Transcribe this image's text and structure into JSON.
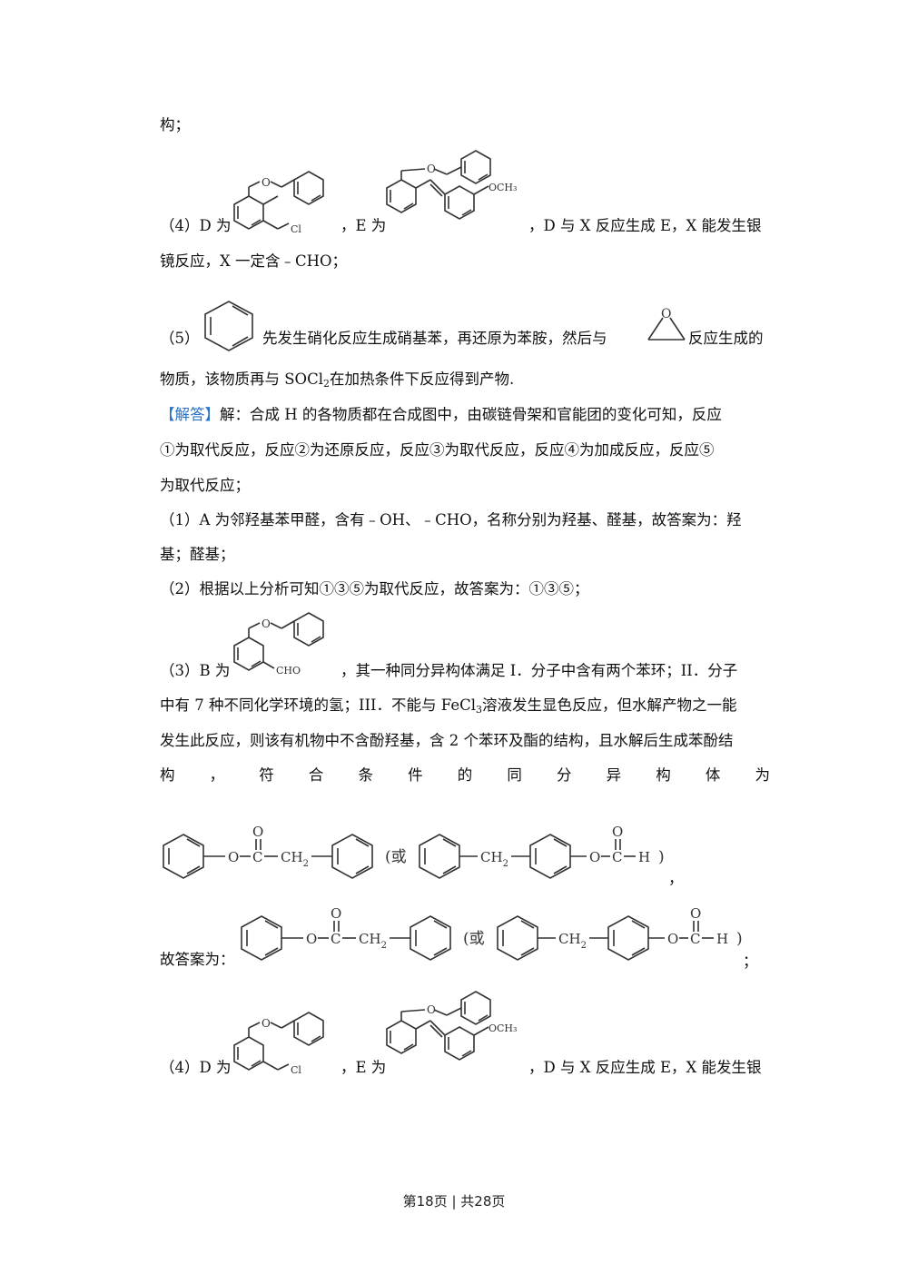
{
  "l_top": "构；",
  "p4": {
    "prefix": "（4）D 为",
    "mid": "，E 为",
    "suffix": "，D 与 X 反应生成 E，X 能发生银",
    "cont": "镜反应，X 一定含﹣CHO；",
    "lbl_cl": "Cl",
    "lbl_och3": "OCH₃"
  },
  "p5": {
    "prefix": "（5）",
    "mid": "先发生硝化反应生成硝基苯，再还原为苯胺，然后与",
    "suffix": "反应生成的",
    "cont_a": "物质，该物质再与 SOCl",
    "cont_sub": "2",
    "cont_b": "在加热条件下反应得到产物.",
    "lbl_o": "O"
  },
  "answer": {
    "tag": "【解答】",
    "l1": "解：合成 H 的各物质都在合成图中，由碳链骨架和官能团的变化可知，反应",
    "l2": "①为取代反应，反应②为还原反应，反应③为取代反应，反应④为加成反应，反应⑤",
    "l3": "为取代反应；"
  },
  "q1": {
    "l1": "（1）A 为邻羟基苯甲醛，含有﹣OH、﹣CHO，名称分别为羟基、醛基，故答案为：羟",
    "l2": "基；醛基；"
  },
  "q2": {
    "l1": "（2）根据以上分析可知①③⑤为取代反应，故答案为：①③⑤；"
  },
  "q3": {
    "prefix": "（3）B 为",
    "suffix": "，其一种同分异构体满足 I．分子中含有两个苯环；II．分子",
    "l2a": "中有 7  种不同化学环境的氢；III．不能与 FeCl",
    "l2sub": "3",
    "l2b": "溶液发生显色反应，但水解产物之一能",
    "l3": "发生此反应，则该有机物中不含酚羟基，含 2 个苯环及酯的结构，且水解后生成苯酚结",
    "l4": [
      "构",
      "，",
      "符",
      "合",
      "条",
      "件",
      "的",
      "同",
      "分",
      "异",
      "构",
      "体",
      "为"
    ],
    "lbl_cho": "CHO",
    "comma": "，",
    "ans_prefix": "故答案为：",
    "semicolon": "；"
  },
  "iso": {
    "o": "O",
    "c": "C",
    "ch2": "CH",
    "sub2": "2",
    "h": "H",
    "or": "(或",
    "close": ")"
  },
  "footer": "第18页 | 共28页"
}
